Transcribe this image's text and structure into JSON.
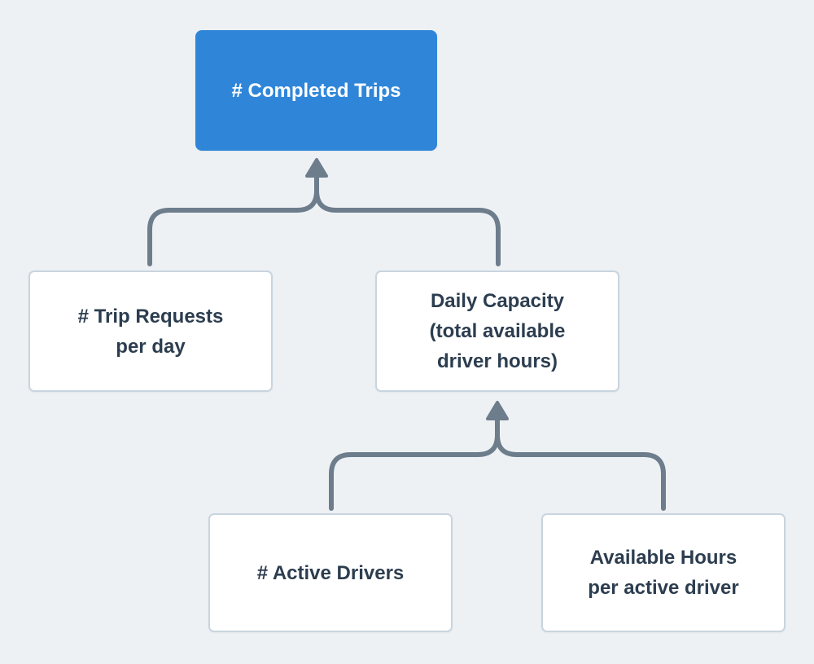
{
  "colors": {
    "background": "#eef1f4",
    "accent_blue": "#2f86d9",
    "node_background": "#ffffff",
    "node_border": "#c9d5de",
    "node_text": "#2c3d4f",
    "root_text": "#ffffff",
    "connector": "#6d7d8c"
  },
  "nodes": {
    "completed_trips": {
      "label": "# Completed Trips"
    },
    "trip_requests": {
      "label": "# Trip Requests\nper day"
    },
    "daily_capacity": {
      "label": "Daily Capacity\n(total available\ndriver hours)"
    },
    "active_drivers": {
      "label": "# Active Drivers"
    },
    "available_hours": {
      "label": "Available Hours\nper active driver"
    }
  },
  "edges": [
    {
      "from": "trip_requests",
      "to": "completed_trips"
    },
    {
      "from": "daily_capacity",
      "to": "completed_trips"
    },
    {
      "from": "active_drivers",
      "to": "daily_capacity"
    },
    {
      "from": "available_hours",
      "to": "daily_capacity"
    }
  ]
}
